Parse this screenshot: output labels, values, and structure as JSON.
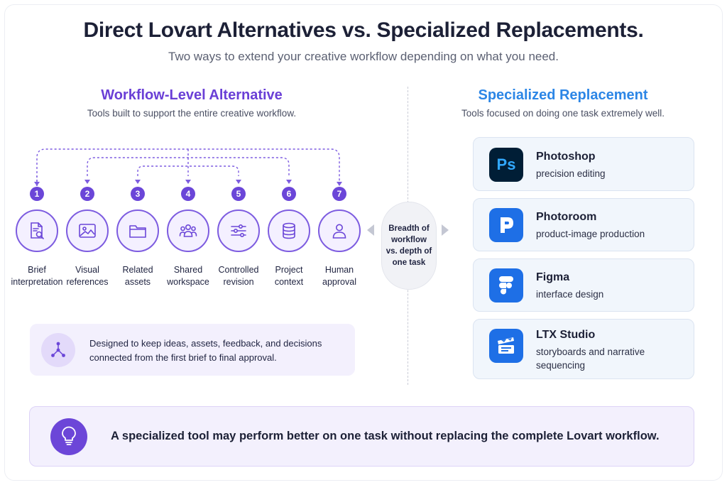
{
  "header": {
    "title": "Direct Lovart Alternatives vs. Specialized Replacements.",
    "subtitle": "Two ways to extend your creative workflow depending on what you need."
  },
  "left": {
    "title": "Workflow-Level Alternative",
    "description": "Tools built to support the entire creative workflow.",
    "steps": [
      {
        "number": "1",
        "label_line1": "Brief",
        "label_line2": "interpretation",
        "icon": "document-search-icon"
      },
      {
        "number": "2",
        "label_line1": "Visual",
        "label_line2": "references",
        "icon": "image-icon"
      },
      {
        "number": "3",
        "label_line1": "Related",
        "label_line2": "assets",
        "icon": "folder-icon"
      },
      {
        "number": "4",
        "label_line1": "Shared",
        "label_line2": "workspace",
        "icon": "users-icon"
      },
      {
        "number": "5",
        "label_line1": "Controlled",
        "label_line2": "revision",
        "icon": "sliders-icon"
      },
      {
        "number": "6",
        "label_line1": "Project",
        "label_line2": "context",
        "icon": "database-icon"
      },
      {
        "number": "7",
        "label_line1": "Human",
        "label_line2": "approval",
        "icon": "user-icon"
      }
    ],
    "info_text": "Designed to keep ideas, assets, feedback, and decisions connected from the first brief to final approval."
  },
  "middle": {
    "text": "Breadth of workflow vs. depth of one task"
  },
  "right": {
    "title": "Specialized Replacement",
    "description": "Tools focused on doing one task extremely well.",
    "tools": [
      {
        "name": "Photoshop",
        "desc": "precision editing",
        "logo_text": "Ps",
        "color": "#001e36",
        "accent": "#31a8ff"
      },
      {
        "name": "Photoroom",
        "desc": "product-image production",
        "color": "#1e6fe6"
      },
      {
        "name": "Figma",
        "desc": "interface design",
        "color": "#1e6fe6"
      },
      {
        "name": "LTX Studio",
        "desc": "storyboards and narrative sequencing",
        "color": "#1e6fe6"
      }
    ]
  },
  "footer": {
    "text": "A specialized tool may perform better on one task without replacing the complete Lovart workflow."
  },
  "colors": {
    "purple": "#6b46d8",
    "blue": "#2c86e6"
  }
}
